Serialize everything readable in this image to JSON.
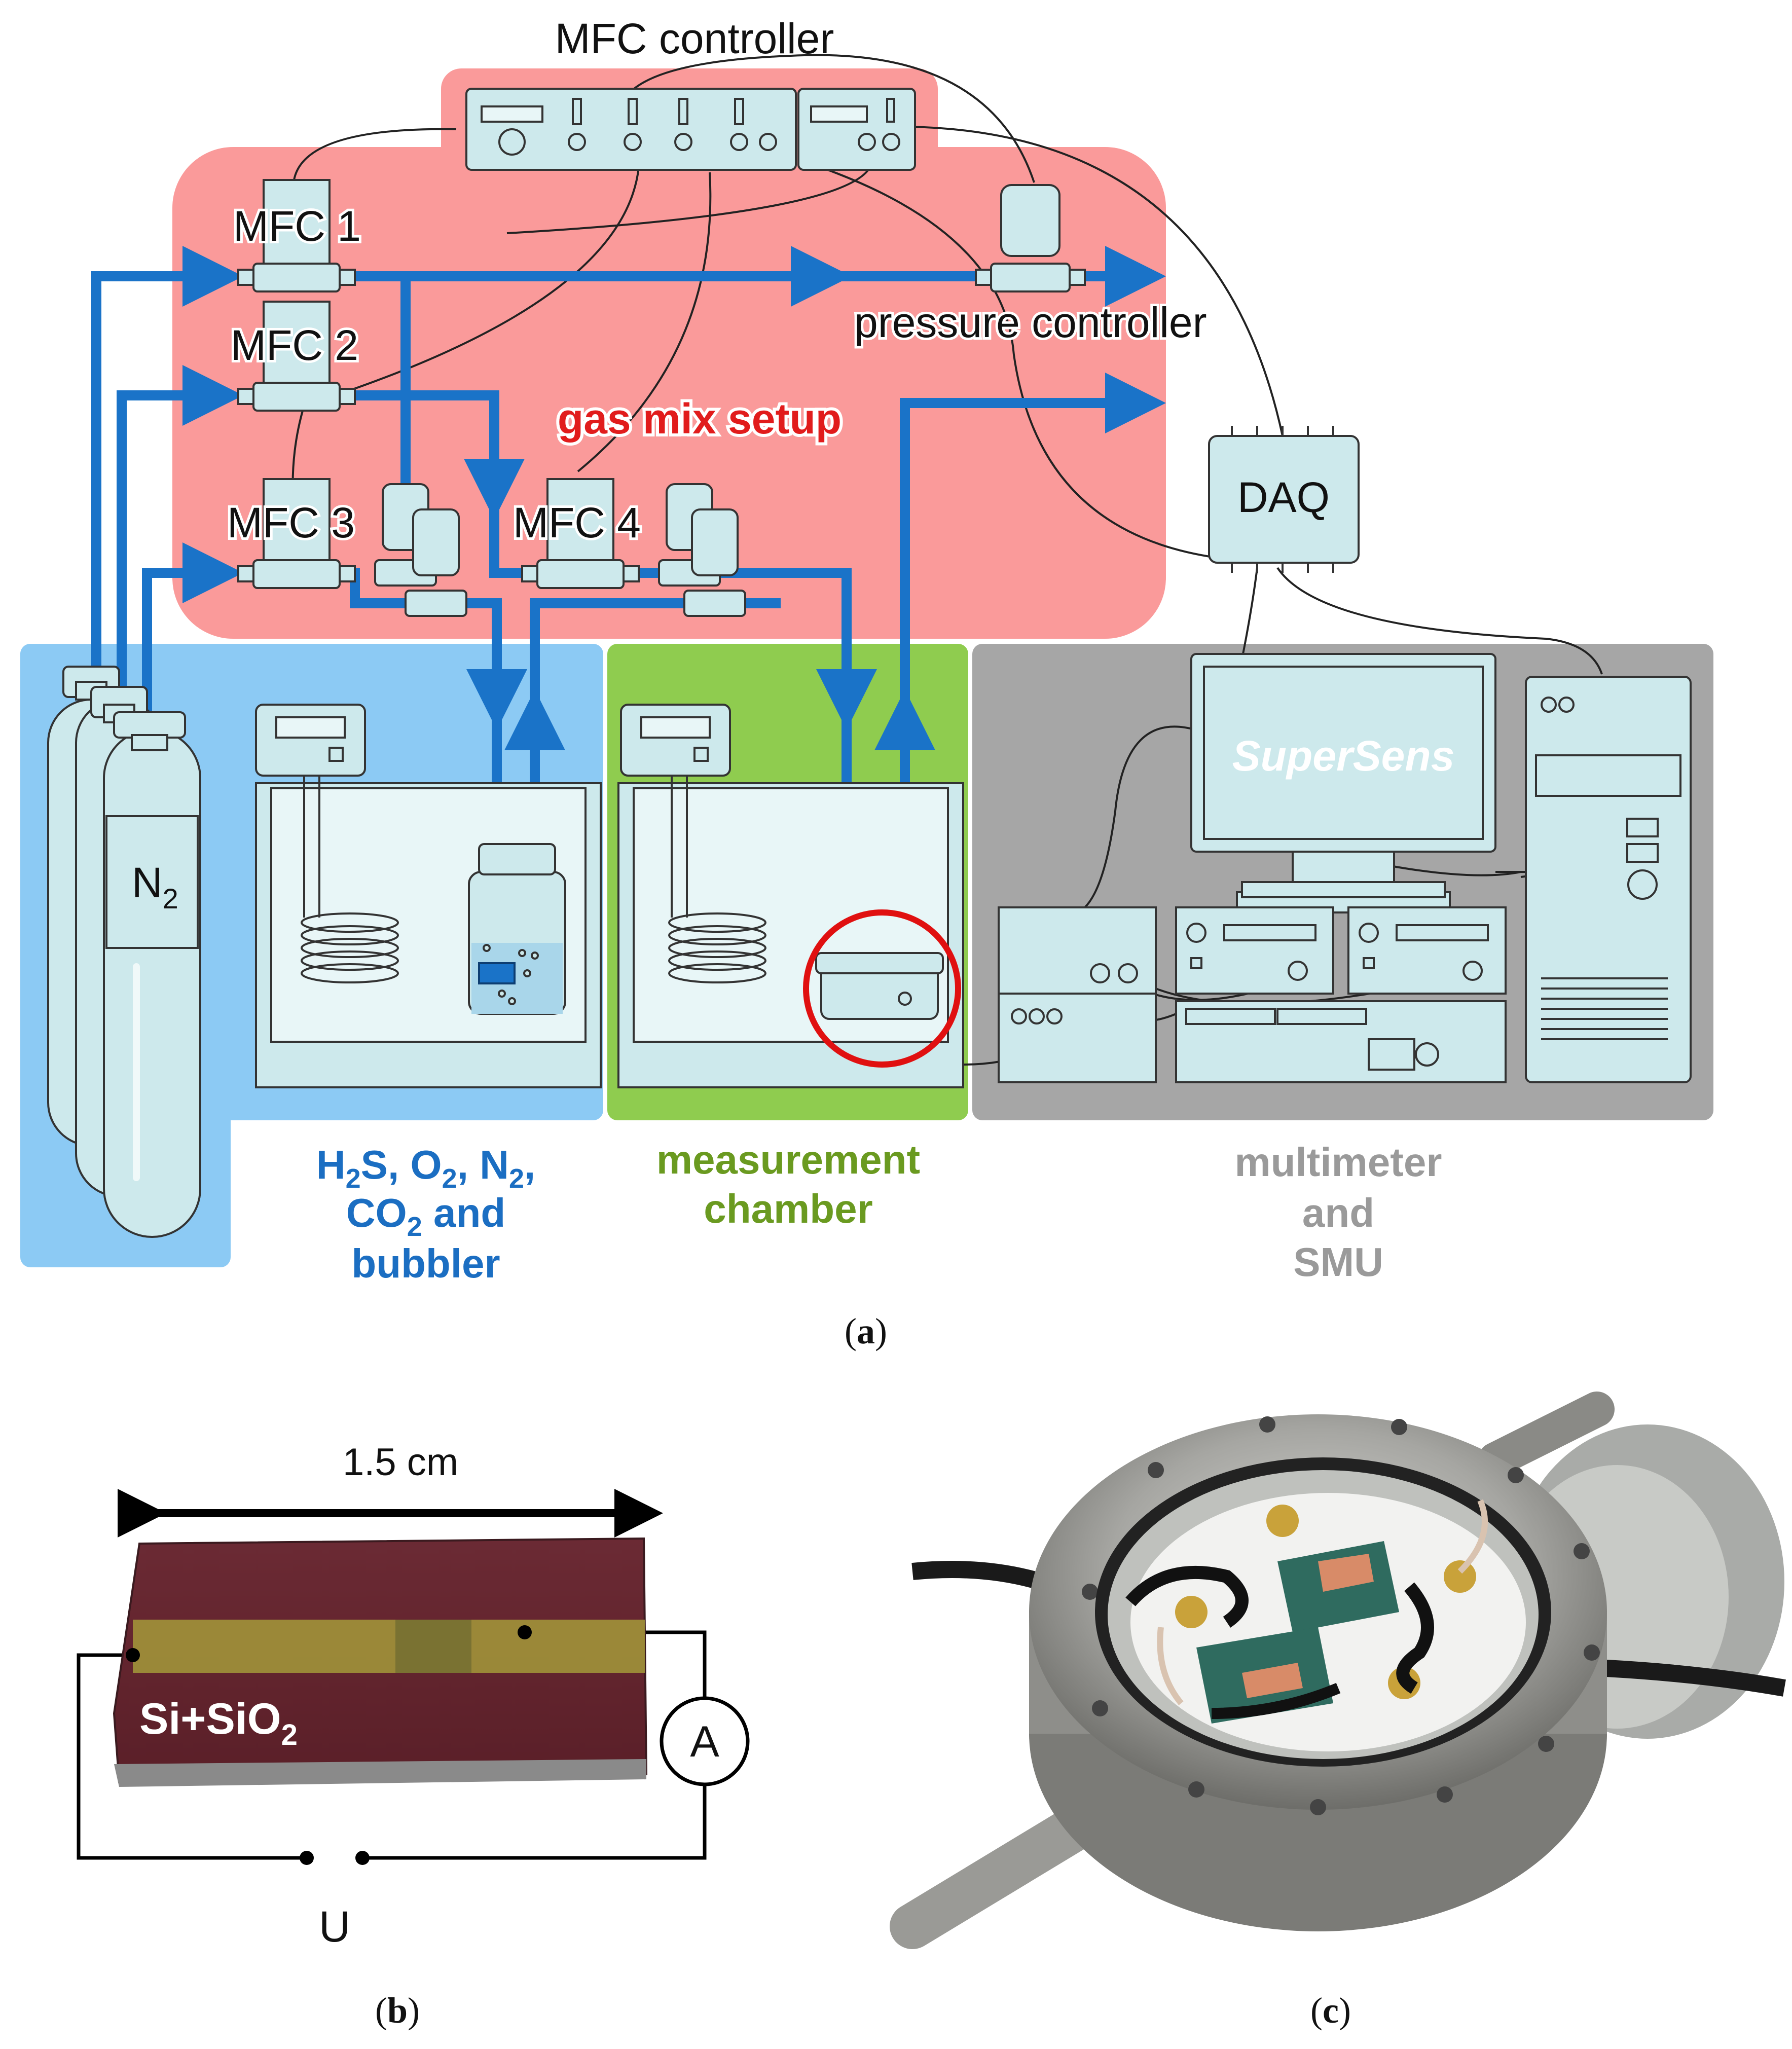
{
  "panel_a": {
    "labels": {
      "mfc_controller": "MFC controller",
      "mfc1": "MFC 1",
      "mfc2": "MFC 2",
      "mfc3": "MFC 3",
      "mfc4": "MFC 4",
      "pressure_controller": "pressure controller",
      "gas_mix_setup": "gas mix setup",
      "daq": "DAQ",
      "supersens": "SuperSens",
      "n2": "N",
      "n2_sub": "2"
    },
    "zone_captions": {
      "gas": {
        "line1_a": "H",
        "line1_s1": "2",
        "line1_b": "S, O",
        "line1_s2": "2",
        "line1_c": ", N",
        "line1_s3": "2",
        "line1_d": ",",
        "line2_a": "CO",
        "line2_s": "2",
        "line2_b": " and",
        "line3": "bubbler"
      },
      "chamber": {
        "line1": "measurement",
        "line2": "chamber"
      },
      "meter": {
        "line1": "multimeter",
        "line2": "and",
        "line3": "SMU"
      }
    },
    "colors": {
      "gas_zone": "#fa9a9a",
      "bubbler_zone": "#8ccaf4",
      "chamber_zone": "#8fcc4f",
      "meter_zone": "#a6a6a6",
      "equipment": "#cde9ec",
      "outline": "#333333",
      "gas_line": "#1a73c8",
      "highlight_ring": "#e01010",
      "caption_gas": "#1b6ec2",
      "caption_chamber": "#6a9a20",
      "caption_meter": "#9a9a9a",
      "gas_mix_text": "#e11c1c"
    }
  },
  "panel_b": {
    "dimension": "1.5 cm",
    "substrate_a": "Si+SiO",
    "substrate_sub": "2",
    "ammeter": "A",
    "voltage": "U"
  },
  "captions": {
    "a": "a",
    "b": "b",
    "c": "c"
  }
}
